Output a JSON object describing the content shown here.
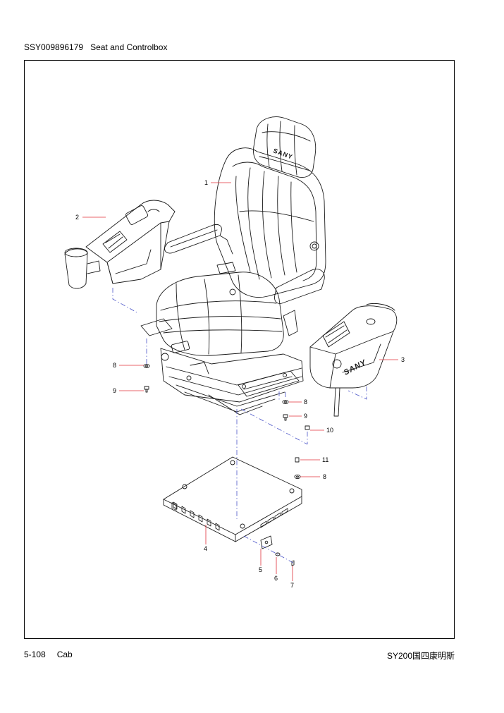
{
  "header": {
    "part_number": "SSY009896179",
    "title": "Seat and Controlbox"
  },
  "footer": {
    "page": "5-108",
    "section": "Cab",
    "model": "SY200国四康明斯"
  },
  "diagram": {
    "brand_mark": "SANY",
    "callout_color": "#e0303a",
    "centerline_color": "#4a54c8",
    "callouts": {
      "c1": "1",
      "c2": "2",
      "c3": "3",
      "c4": "4",
      "c5": "5",
      "c6": "6",
      "c7": "7",
      "c8a": "8",
      "c8b": "8",
      "c8c": "8",
      "c9a": "9",
      "c9b": "9",
      "c10": "10",
      "c11": "11"
    }
  }
}
